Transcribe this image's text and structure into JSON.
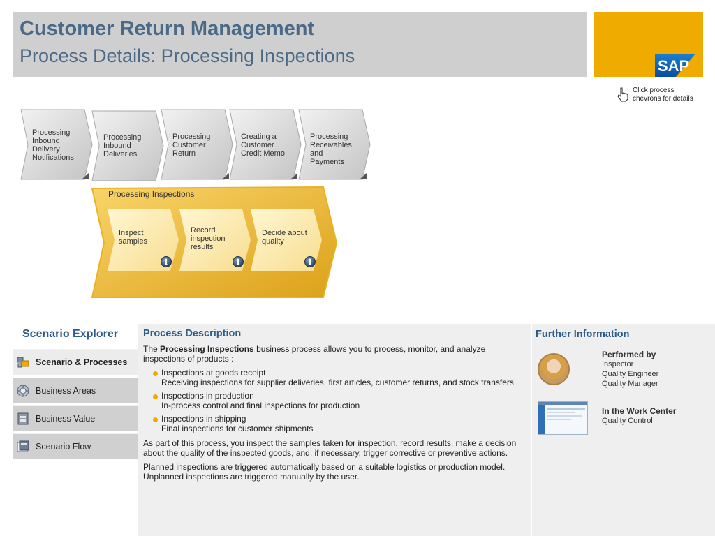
{
  "header": {
    "title": "Customer Return Management",
    "subtitle": "Process Details: Processing Inspections",
    "logo_text": "SAP"
  },
  "hint": {
    "text": "Click process chevrons for details",
    "icon": "hand-pointer-icon"
  },
  "chevrons": [
    {
      "label": "Processing Inbound Delivery Notifications"
    },
    {
      "label": "Processing Inbound Deliveries"
    },
    {
      "label": "Processing Customer Return"
    },
    {
      "label": "Creating a Customer Credit Memo"
    },
    {
      "label": "Processing Receivables and Payments"
    }
  ],
  "inspections": {
    "title": "Processing Inspections",
    "steps": [
      {
        "label": "Inspect samples",
        "icon": "info-icon"
      },
      {
        "label": "Record inspection results",
        "icon": "info-icon"
      },
      {
        "label": "Decide about quality",
        "icon": "info-icon"
      }
    ]
  },
  "explorer": {
    "title": "Scenario Explorer",
    "items": [
      {
        "label": "Scenario & Processes",
        "icon": "scenario-processes-icon",
        "active": true
      },
      {
        "label": "Business Areas",
        "icon": "business-areas-icon",
        "active": false
      },
      {
        "label": "Business Value",
        "icon": "business-value-icon",
        "active": false
      },
      {
        "label": "Scenario Flow",
        "icon": "scenario-flow-icon",
        "active": false
      }
    ]
  },
  "description": {
    "heading": "Process Description",
    "intro_pre": "The ",
    "intro_bold": "Processing Inspections",
    "intro_post": " business process allows you to process, monitor, and analyze inspections of products :",
    "bullets": [
      {
        "title": "Inspections at goods receipt",
        "detail": "Receiving inspections for supplier deliveries, first articles, customer returns, and stock transfers"
      },
      {
        "title": "Inspections in production",
        "detail": "In-process control and final inspections for production"
      },
      {
        "title": "Inspections in shipping",
        "detail": "Final inspections for customer shipments"
      }
    ],
    "para1": "As part of this process, you inspect the samples taken for inspection, record results, make a decision about the quality of the inspected goods, and, if necessary, trigger corrective or preventive actions.",
    "para2a": "Planned  inspections are triggered automatically based on a suitable logistics or production model.",
    "para2b": "Unplanned inspections are triggered manually by the user."
  },
  "further": {
    "heading": "Further Information",
    "performed_by": {
      "heading": "Performed by",
      "roles": [
        "Inspector",
        "Quality Engineer",
        "Quality Manager"
      ]
    },
    "work_center": {
      "heading": "In the Work Center",
      "value": "Quality Control"
    }
  },
  "colors": {
    "accent": "#f0ab00",
    "title_blue": "#4b6a88",
    "heading_blue": "#2c5c8a",
    "chevron_gray": "#d4d4d4"
  }
}
